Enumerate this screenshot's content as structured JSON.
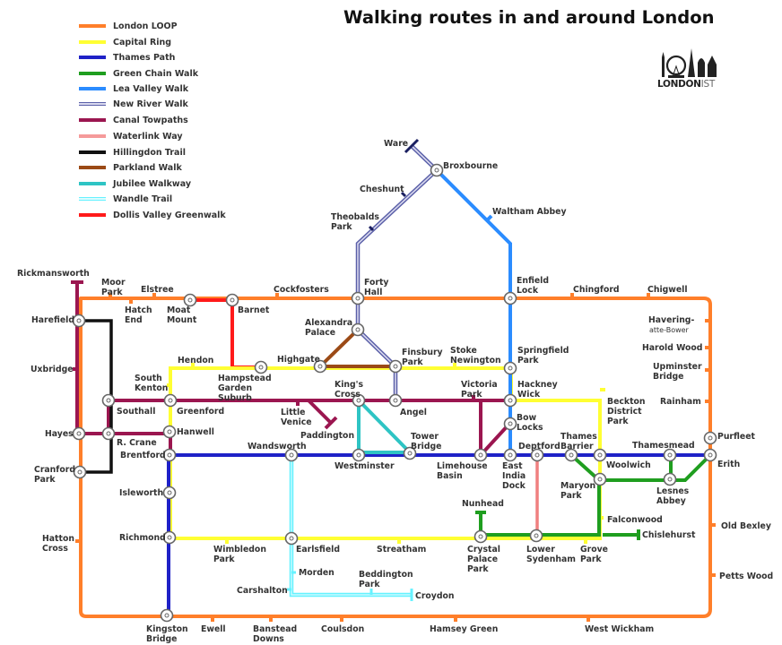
{
  "title": "Walking routes in and around London",
  "logo": {
    "icon": "london-skyline-icon",
    "text_main": "LONDON",
    "text_suffix": "IST"
  },
  "legend": [
    {
      "label": "London LOOP",
      "color": "#ff7f2a",
      "style": "solid"
    },
    {
      "label": "Capital Ring",
      "color": "#ffff33",
      "style": "solid"
    },
    {
      "label": "Thames Path",
      "color": "#1f22c7",
      "style": "solid"
    },
    {
      "label": "Green Chain Walk",
      "color": "#1f9e1f",
      "style": "solid"
    },
    {
      "label": "Lea Valley Walk",
      "color": "#2b8cff",
      "style": "solid"
    },
    {
      "label": "New River Walk",
      "color": "#5a5fa8",
      "style": "double"
    },
    {
      "label": "Canal Towpaths",
      "color": "#9b1650",
      "style": "solid"
    },
    {
      "label": "Waterlink Way",
      "color": "#f59a9a",
      "style": "solid"
    },
    {
      "label": "Hillingdon Trail",
      "color": "#111111",
      "style": "solid"
    },
    {
      "label": "Parkland Walk",
      "color": "#9b4a16",
      "style": "solid"
    },
    {
      "label": "Jubilee Walkway",
      "color": "#2ec4c4",
      "style": "solid"
    },
    {
      "label": "Wandle Trail",
      "color": "#66f2ff",
      "style": "double"
    },
    {
      "label": "Dollis Valley Greenwalk",
      "color": "#ff1a1a",
      "style": "solid"
    }
  ],
  "places": {
    "ware": "Ware",
    "broxbourne": "Broxbourne",
    "cheshunt": "Cheshunt",
    "theobalds_park": "Theobalds\nPark",
    "waltham_abbey": "Waltham Abbey",
    "forty_hall": "Forty\nHall",
    "enfield_lock": "Enfield\nLock",
    "rickmansworth": "Rickmansworth",
    "moor_park": "Moor\nPark",
    "elstree": "Elstree",
    "hatch_end": "Hatch\nEnd",
    "moat_mount": "Moat\nMount",
    "barnet": "Barnet",
    "cockfosters": "Cockfosters",
    "chingford": "Chingford",
    "chigwell": "Chigwell",
    "harefield": "Harefield",
    "havering": "Havering-",
    "havering2": "atte-Bower",
    "harold_wood": "Harold Wood",
    "upminster_bridge": "Upminster\nBridge",
    "rainham": "Rainham",
    "purfleet": "Purfleet",
    "erith": "Erith",
    "old_bexley": "Old Bexley",
    "petts_wood": "Petts Wood",
    "west_wickham": "West Wickham",
    "hamsey_green": "Hamsey Green",
    "coulsdon": "Coulsdon",
    "banstead_downs": "Banstead\nDowns",
    "ewell": "Ewell",
    "kingston_bridge": "Kingston\nBridge",
    "hatton_cross": "Hatton\nCross",
    "cranford_park": "Cranford\nPark",
    "hayes": "Hayes",
    "uxbridge": "Uxbridge",
    "alexandra_palace": "Alexandra\nPalace",
    "highgate": "Highgate",
    "finsbury_park": "Finsbury\nPark",
    "stoke_newington": "Stoke\nNewington",
    "springfield_park": "Springfield\nPark",
    "hendon": "Hendon",
    "south_kenton": "South\nKenton",
    "hampstead_garden_suburb": "Hampstead\nGarden\nSuburb",
    "kings_cross": "King's\nCross",
    "victoria_park": "Victoria\nPark",
    "hackney_wick": "Hackney\nWick",
    "southall": "Southall",
    "greenford": "Greenford",
    "little_venice": "Little\nVenice",
    "angel": "Angel",
    "paddington": "Paddington",
    "bow_locks": "Bow\nLocks",
    "beckton_district_park": "Beckton\nDistrict\nPark",
    "r_crane": "R. Crane",
    "hanwell": "Hanwell",
    "brentford": "Brentford",
    "wandsworth": "Wandsworth",
    "tower_bridge": "Tower\nBridge",
    "westminster": "Westminster",
    "limehouse_basin": "Limehouse\nBasin",
    "east_india_dock": "East\nIndia\nDock",
    "deptford": "Deptford",
    "thames_barrier": "Thames\nBarrier",
    "woolwich": "Woolwich",
    "thamesmead": "Thamesmead",
    "maryon_park": "Maryon\nPark",
    "lesnes_abbey": "Lesnes\nAbbey",
    "isleworth": "Isleworth",
    "richmond": "Richmond",
    "wimbledon_park": "Wimbledon\nPark",
    "earlsfield": "Earlsfield",
    "streatham": "Streatham",
    "crystal_palace_park": "Crystal\nPalace\nPark",
    "nunhead": "Nunhead",
    "lower_sydenham": "Lower\nSydenham",
    "grove_park": "Grove\nPark",
    "falconwood": "Falconwood",
    "chislehurst": "Chislehurst",
    "morden": "Morden",
    "carshalton": "Carshalton",
    "beddington_park": "Beddington\nPark",
    "croydon": "Croydon"
  }
}
